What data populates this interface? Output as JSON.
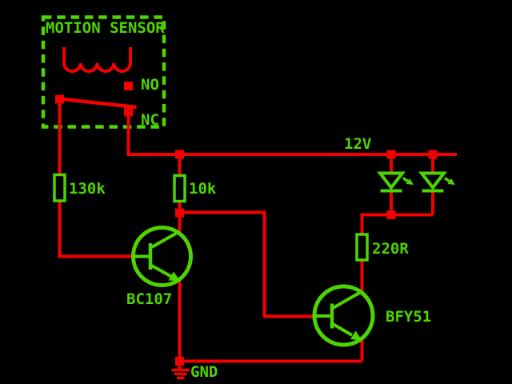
{
  "colors": {
    "background": "#000000",
    "wire": "#f30000",
    "component": "#4ed400"
  },
  "relay_box": {
    "title": "MOTION SENSOR",
    "no_label": "NO",
    "nc_label": "NC"
  },
  "power": {
    "rail_label": "12V",
    "ground_label": "GND"
  },
  "components": {
    "r1": {
      "type": "resistor",
      "label": "130k"
    },
    "r2": {
      "type": "resistor",
      "label": "10k"
    },
    "r3": {
      "type": "resistor",
      "label": "220R"
    },
    "q1": {
      "type": "npn-transistor",
      "label": "BC107"
    },
    "q2": {
      "type": "npn-transistor",
      "label": "BFY51"
    },
    "led1": {
      "type": "led"
    },
    "led2": {
      "type": "led"
    }
  }
}
